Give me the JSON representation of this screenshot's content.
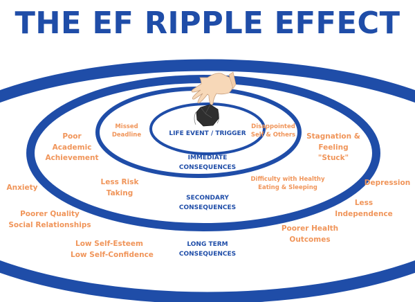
{
  "title": "THE EF RIPPLE EFFECT",
  "colors": {
    "ring": "#1f4da8",
    "consequence_text": "#f0955a",
    "background": "#ffffff"
  },
  "center": {
    "label": "LIFE EVENT / TRIGGER",
    "icons": [
      "hand-icon",
      "rock-icon"
    ]
  },
  "rings": [
    {
      "label_lines": [
        "IMMEDIATE",
        "CONSEQUENCES"
      ]
    },
    {
      "label_lines": [
        "SECONDARY",
        "CONSEQUENCES"
      ]
    },
    {
      "label_lines": [
        "LONG TERM",
        "CONSEQUENCES"
      ]
    }
  ],
  "consequences": {
    "immediate": [
      {
        "lines": [
          "Missed",
          "Deadline"
        ]
      },
      {
        "lines": [
          "Disappointed",
          "Self & Others"
        ]
      }
    ],
    "secondary": [
      {
        "lines": [
          "Poor",
          "Academic",
          "Achievement"
        ]
      },
      {
        "lines": [
          "Less Risk",
          "Taking"
        ]
      },
      {
        "lines": [
          "Stagnation &",
          "Feeling",
          "\"Stuck\""
        ]
      },
      {
        "lines": [
          "Difficulty with Healthy",
          "Eating & Sleeping"
        ]
      }
    ],
    "long_term": [
      {
        "lines": [
          "Anxiety"
        ]
      },
      {
        "lines": [
          "Poorer Quality",
          "Social Relationships"
        ]
      },
      {
        "lines": [
          "Low Self-Esteem",
          "Low Self-Confidence"
        ]
      },
      {
        "lines": [
          "Depression"
        ]
      },
      {
        "lines": [
          "Less",
          "Independence"
        ]
      },
      {
        "lines": [
          "Poorer Health",
          "Outcomes"
        ]
      }
    ]
  }
}
